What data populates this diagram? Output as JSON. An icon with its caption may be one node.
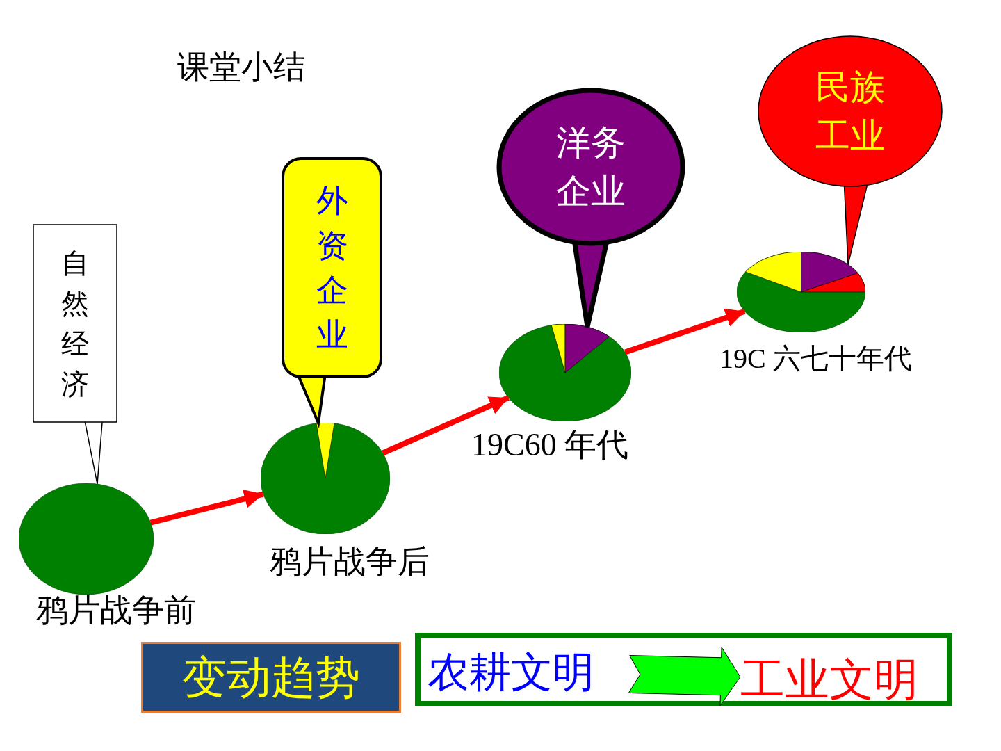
{
  "diagram": {
    "title": "课堂小结",
    "nodes": [
      {
        "text": [
          "自然经济"
        ]
      },
      {
        "text": [
          "外资企业"
        ]
      },
      {
        "text": [
          "洋务企业"
        ]
      },
      {
        "text": [
          "民族工业"
        ]
      },
      {
        "text": [],
        "shape": "circle",
        "beside": [
          "鸦片战争前"
        ]
      },
      {
        "text": [],
        "shape": "circle",
        "beside": [
          "鸦片战争后"
        ]
      },
      {
        "text": [],
        "shape": "circle",
        "beside": [
          "19C60 年代"
        ]
      },
      {
        "text": [],
        "shape": "circle",
        "beside": [
          "19C 六七十年代"
        ]
      },
      {
        "text": [
          "变动趋势"
        ]
      },
      {
        "text": [],
        "shape": "box"
      },
      {
        "text": [
          "农耕文明"
        ],
        "in": 9
      },
      {
        "text": [
          "工业文明"
        ],
        "in": 9
      }
    ],
    "edges": [
      {
        "from": 0,
        "to": 4,
        "arrow": "to",
        "color": "#ffffff"
      },
      {
        "from": 1,
        "to": 5,
        "arrow": "to",
        "color": "#ffff00"
      },
      {
        "from": 2,
        "to": 6,
        "arrow": "to",
        "color": "#800080"
      },
      {
        "from": 3,
        "to": 7,
        "arrow": "to",
        "color": "#ff0000"
      },
      {
        "from": 4,
        "to": 5,
        "arrow": "to",
        "color": "#ff0000"
      },
      {
        "from": 5,
        "to": 6,
        "arrow": "to",
        "color": "#ff0000"
      },
      {
        "from": 6,
        "to": 7,
        "arrow": "to",
        "color": "#ff0000"
      },
      {
        "from": 10,
        "to": 11,
        "arrow": "to",
        "style": "thick",
        "color": "#00ff00"
      }
    ]
  }
}
